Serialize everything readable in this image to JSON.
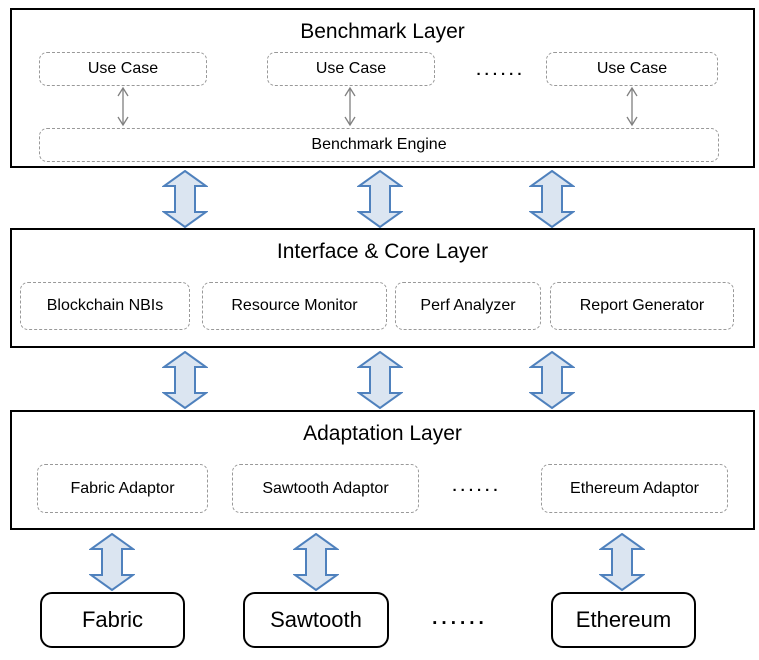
{
  "colors": {
    "arrow_fill": "#dbe5f1",
    "arrow_stroke": "#4f81bd",
    "thin_arrow": "#808080",
    "dashed_border": "#999999",
    "solid_border": "#000000"
  },
  "benchmark_layer": {
    "title": "Benchmark Layer",
    "use_cases": [
      "Use Case",
      "Use Case",
      "Use Case"
    ],
    "ellipsis": "......",
    "engine_label": "Benchmark Engine"
  },
  "interface_core_layer": {
    "title": "Interface & Core Layer",
    "components": [
      "Blockchain NBIs",
      "Resource Monitor",
      "Perf Analyzer",
      "Report Generator"
    ]
  },
  "adaptation_layer": {
    "title": "Adaptation Layer",
    "adaptors": [
      "Fabric Adaptor",
      "Sawtooth Adaptor",
      "Ethereum Adaptor"
    ],
    "ellipsis": "......"
  },
  "blockchain_row": {
    "nodes": [
      "Fabric",
      "Sawtooth",
      "Ethereum"
    ],
    "ellipsis": "......"
  }
}
